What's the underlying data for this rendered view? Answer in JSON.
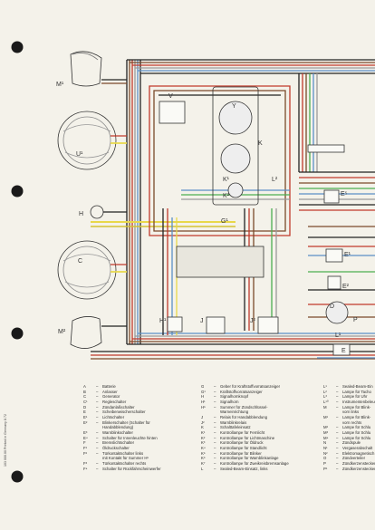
{
  "diagram": {
    "component_labels": [
      "M¹",
      "U¹",
      "H",
      "C",
      "M²",
      "V",
      "Y",
      "K",
      "E⁵",
      "E¹",
      "E²",
      "H¹",
      "J",
      "J²",
      "K¹",
      "K²",
      "D",
      "P",
      "G¹",
      "L¹",
      "L²",
      "E"
    ],
    "colors": {
      "background": "#f4f2ea",
      "wire_red": "#c0392b",
      "wire_brown": "#7a4a2a",
      "wire_black": "#222222",
      "wire_yellow": "#e8d84a",
      "wire_green": "#4caf50",
      "wire_blue": "#5b8fc7",
      "wire_grey": "#9a9a9a"
    }
  },
  "legend": {
    "col1": [
      {
        "code": "A",
        "dash": "–",
        "text": "Batterie"
      },
      {
        "code": "B",
        "dash": "–",
        "text": "Anlasser"
      },
      {
        "code": "C",
        "dash": "–",
        "text": "Generator"
      },
      {
        "code": "C¹",
        "dash": "–",
        "text": "Regleschalter"
      },
      {
        "code": "D",
        "dash": "–",
        "text": "Zündanlaßschalter"
      },
      {
        "code": "E",
        "dash": "–",
        "text": "Scheibenwischerschalter"
      },
      {
        "code": "E¹",
        "dash": "–",
        "text": "Lichtschalter"
      },
      {
        "code": "E²",
        "dash": "–",
        "text": "Blinkerschalter (Schalter für"
      },
      {
        "code": "",
        "dash": "",
        "text": "Handabblendung)"
      },
      {
        "code": "E³",
        "dash": "–",
        "text": "Warnblinkschalter"
      },
      {
        "code": "E⁴",
        "dash": "–",
        "text": "Schalter für Innenleuchte hinten"
      },
      {
        "code": "F",
        "dash": "–",
        "text": "Bremslichtschalter"
      },
      {
        "code": "F¹",
        "dash": "–",
        "text": "Öldruckschalter"
      },
      {
        "code": "F²",
        "dash": "–",
        "text": "Türkontaktschalter links"
      },
      {
        "code": "",
        "dash": "",
        "text": "mit Kontakt für Summer H⁵"
      },
      {
        "code": "F³",
        "dash": "–",
        "text": "Türkontaktschalter rechts"
      },
      {
        "code": "F⁴",
        "dash": "–",
        "text": "Schalter für Rückfahrscheinwerfer"
      }
    ],
    "col2": [
      {
        "code": "G",
        "dash": "–",
        "text": "Geber für Kraftstoffvorratsanzeiger"
      },
      {
        "code": "G¹",
        "dash": "–",
        "text": "Kraftstoffvorratsanzeiger"
      },
      {
        "code": "H",
        "dash": "–",
        "text": "Signalhornknopf"
      },
      {
        "code": "H¹",
        "dash": "–",
        "text": "Signalhorn"
      },
      {
        "code": "H⁵",
        "dash": "–",
        "text": "Summer für Zündschlüssel-"
      },
      {
        "code": "",
        "dash": "",
        "text": "Warneinrichtung"
      },
      {
        "code": "J",
        "dash": "–",
        "text": "Relais für Handabblendung"
      },
      {
        "code": "J²",
        "dash": "–",
        "text": "Warnblinkrelais"
      },
      {
        "code": "K",
        "dash": "–",
        "text": "Schalttafeleinsatz"
      },
      {
        "code": "K¹",
        "dash": "–",
        "text": "Kontrollampe für Fernlicht"
      },
      {
        "code": "K²",
        "dash": "–",
        "text": "Kontrollampe für Lichtmaschine"
      },
      {
        "code": "K³",
        "dash": "–",
        "text": "Kontrollampe für Öldruck"
      },
      {
        "code": "K⁴",
        "dash": "–",
        "text": "Kontrollampe für Standlicht"
      },
      {
        "code": "K⁵",
        "dash": "–",
        "text": "Kontrollampe für Blinker"
      },
      {
        "code": "K⁶",
        "dash": "–",
        "text": "Kontrollampe für Warnblinkanlage"
      },
      {
        "code": "K⁷",
        "dash": "–",
        "text": "Kontrollampe für Zweikreisbremsanlage"
      },
      {
        "code": "L",
        "dash": "–",
        "text": "Sealed-Beam-Einsatz, links"
      }
    ],
    "col3": [
      {
        "code": "L¹",
        "dash": "–",
        "text": "Sealed-Beam-Ein"
      },
      {
        "code": "L²",
        "dash": "–",
        "text": "Lampe für Tacho"
      },
      {
        "code": "L³",
        "dash": "–",
        "text": "Lampe für Uhr"
      },
      {
        "code": "L¹⁰",
        "dash": "–",
        "text": "Instrumentenbeleuchtung"
      },
      {
        "code": "M",
        "dash": "–",
        "text": "Lampe für Blink-"
      },
      {
        "code": "",
        "dash": "",
        "text": "vorn links"
      },
      {
        "code": "M¹",
        "dash": "–",
        "text": "Lampe für Blink-"
      },
      {
        "code": "",
        "dash": "",
        "text": "vorn rechts"
      },
      {
        "code": "M²",
        "dash": "–",
        "text": "Lampe für Schlu"
      },
      {
        "code": "M³",
        "dash": "–",
        "text": "Lampe für Schlu"
      },
      {
        "code": "M⁴",
        "dash": "–",
        "text": "Lampe für Schlu"
      },
      {
        "code": "N",
        "dash": "–",
        "text": "Zündspule"
      },
      {
        "code": "N¹",
        "dash": "–",
        "text": "Vergaserabschalt"
      },
      {
        "code": "N²",
        "dash": "–",
        "text": "Elektromagnetisch"
      },
      {
        "code": "O",
        "dash": "–",
        "text": "Zündverteiler"
      },
      {
        "code": "P",
        "dash": "–",
        "text": "Zündkerzenstecker"
      },
      {
        "code": "P¹",
        "dash": "–",
        "text": "Zündkerzenstecker"
      }
    ]
  },
  "side_code": "103 000.00 Printed in Germany 8.72"
}
